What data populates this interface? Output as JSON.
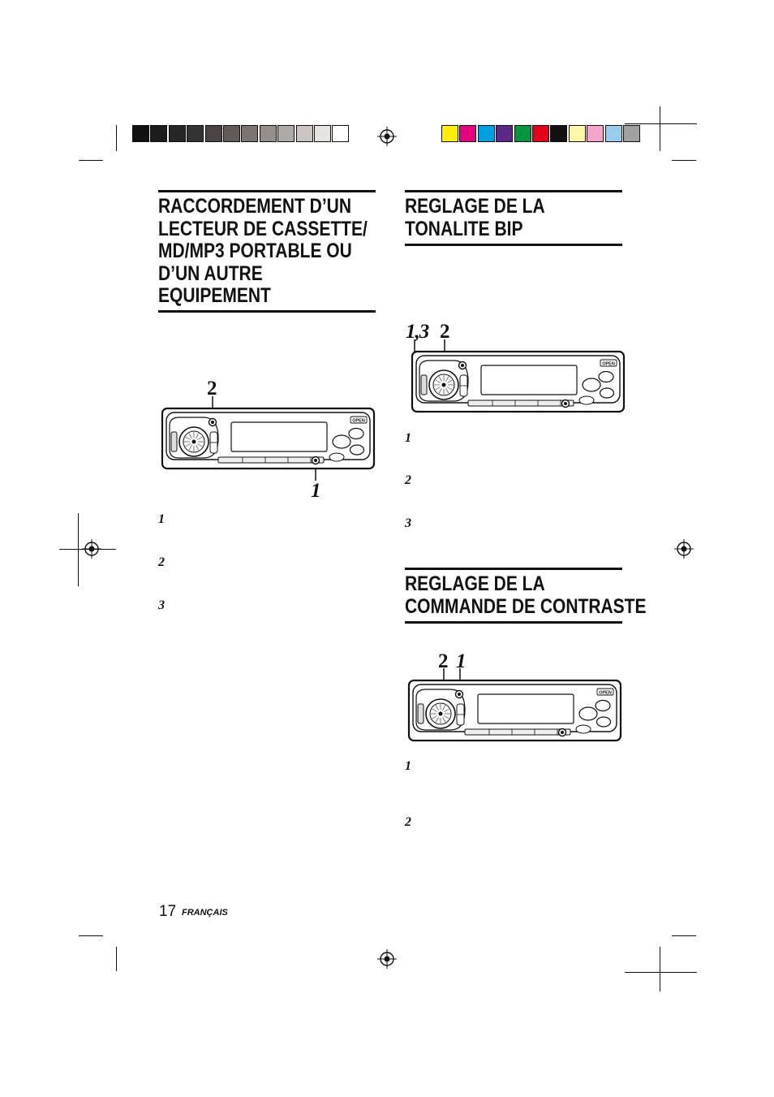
{
  "print_marks": {
    "grayscale_swatches": [
      "#111111",
      "#1c1c1c",
      "#262626",
      "#333333",
      "#4a4544",
      "#615a58",
      "#7b7472",
      "#958e8b",
      "#b0aaa7",
      "#cbc6c3",
      "#e6e3e1",
      "#ffffff"
    ],
    "color_swatches": [
      "#ffef00",
      "#e6007e",
      "#009fe3",
      "#5b2a86",
      "#00963f",
      "#e2001a",
      "#111111",
      "#fff7a6",
      "#f4a6c8",
      "#99ccee",
      "#a0a0a0"
    ]
  },
  "section_left": {
    "title_lines": [
      "RACCORDEMENT D’UN",
      "LECTEUR DE CASSETTE/",
      "MD/MP3 PORTABLE OU",
      "D’UN AUTRE",
      "EQUIPEMENT"
    ],
    "callouts": [
      "2",
      "1"
    ],
    "steps": [
      "1",
      "2",
      "3"
    ]
  },
  "section_beep": {
    "title_lines": [
      "REGLAGE DE LA",
      "TONALITE BIP"
    ],
    "callouts": [
      "1,3",
      "2"
    ],
    "steps": [
      "1",
      "2",
      "3"
    ]
  },
  "section_contrast": {
    "title_lines": [
      "REGLAGE DE LA",
      "COMMANDE DE CONTRASTE"
    ],
    "callouts": [
      "2",
      "1"
    ],
    "steps": [
      "1",
      "2"
    ]
  },
  "device": {
    "badge_text": "OPEN"
  },
  "footer": {
    "page_number": "17",
    "language": "FRANÇAIS"
  }
}
